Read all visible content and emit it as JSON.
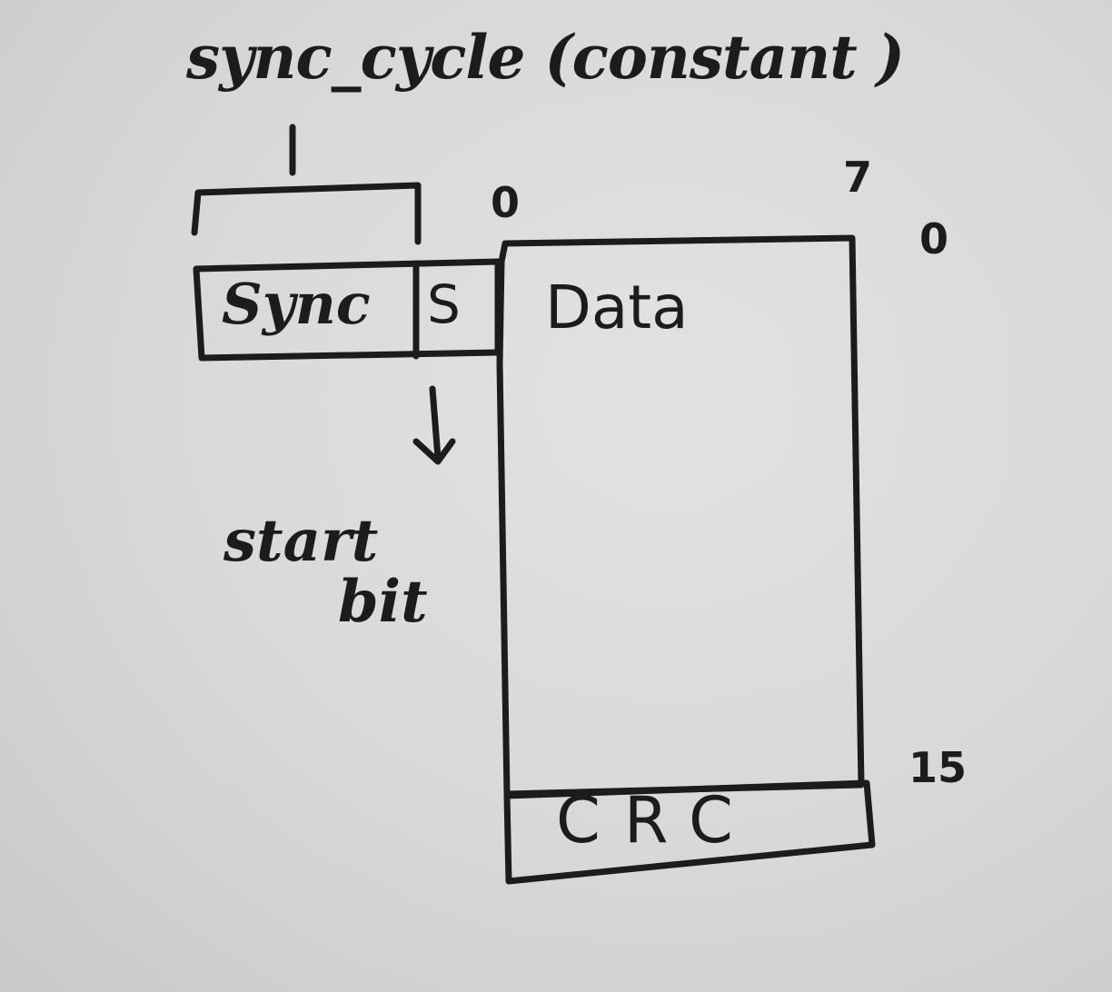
{
  "diagram": {
    "annotation_top": "sync_cycle (constant )",
    "sync_label": "Sync",
    "start_label": "S",
    "data_label": "Data",
    "crc_label": "CRC",
    "bit_start_top": "0",
    "bit_end_top": "7",
    "row_start": "0",
    "row_end": "15",
    "start_bit_line1": "start",
    "start_bit_line2": "bit"
  },
  "colors": {
    "ink": "#1c1c1c",
    "paper": "#d9d9d7"
  }
}
